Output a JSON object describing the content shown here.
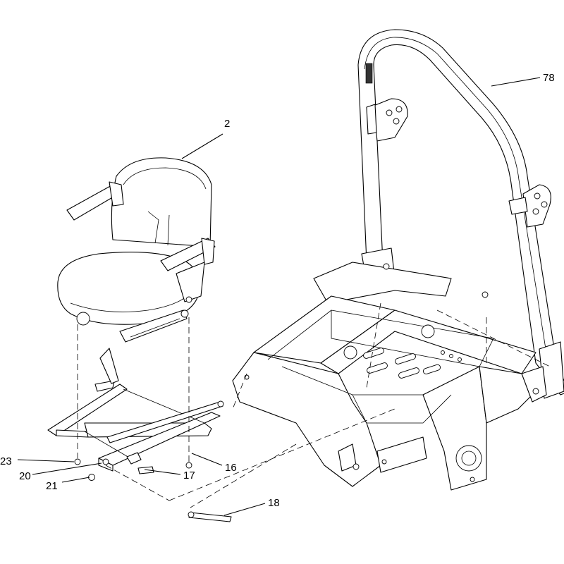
{
  "callouts": {
    "c2": "2",
    "c78": "78",
    "c16": "16",
    "c17": "17",
    "c18": "18",
    "c20": "20",
    "c21": "21",
    "c23": "23"
  },
  "colors": {
    "line": "#000000",
    "background": "#ffffff"
  }
}
